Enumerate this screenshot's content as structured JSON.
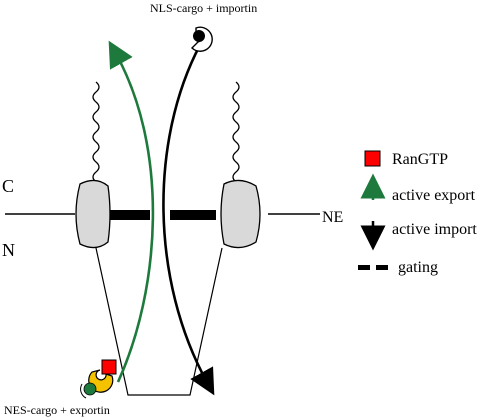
{
  "labels": {
    "top_cargo": "NLS-cargo + importin",
    "bottom_cargo": "NES-cargo + exportin",
    "cytoplasm_side": "C",
    "nucleus_side": "N",
    "nuclear_envelope": "NE"
  },
  "legend": {
    "ran": "RanGTP",
    "export": "active export",
    "import": "active import",
    "gating": "gating"
  },
  "colors": {
    "export_arrow": "#1e7a3c",
    "import_arrow": "#000000",
    "rangtp": "#ff0000",
    "exportin": "#f5c200",
    "nes_cargo": "#1e7a3c",
    "nls_cargo": "#000000",
    "nucleoporin": "#d9d9d9"
  }
}
